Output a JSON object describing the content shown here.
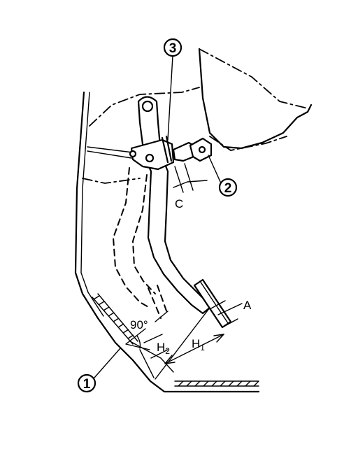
{
  "labels": {
    "angle": "90°",
    "h2_main": "H",
    "h2_sub": "2",
    "h1_main": "H",
    "h1_sub": "1",
    "a": "A",
    "c": "C"
  },
  "callouts": {
    "one": "1",
    "two": "2",
    "three": "3"
  }
}
